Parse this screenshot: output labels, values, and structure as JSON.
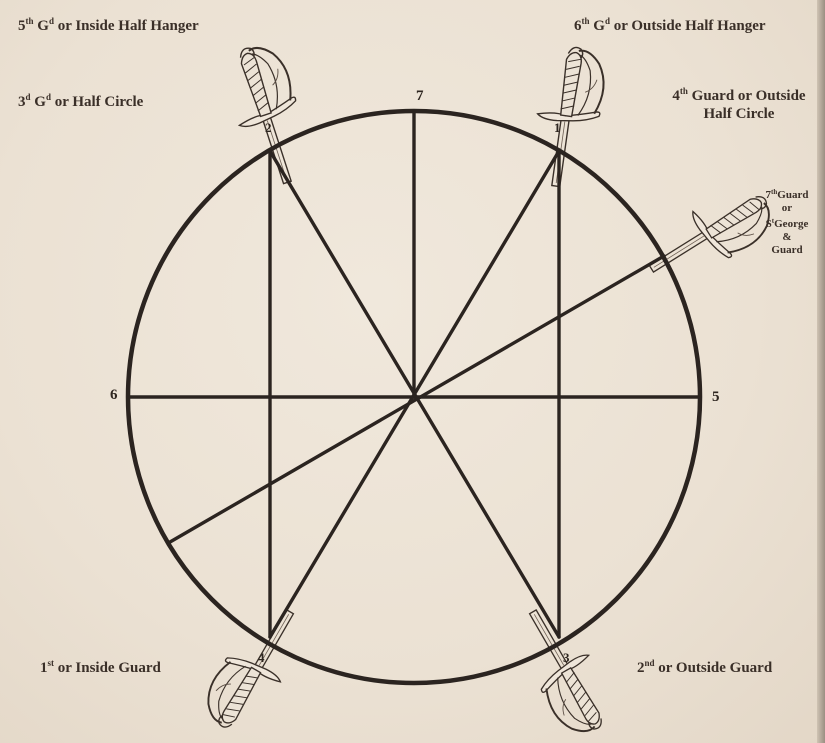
{
  "diagram": {
    "guards": [
      {
        "id": "g5",
        "ord": "5",
        "ord_sup": "th",
        "g": "G",
        "g_sup": "d",
        "text": "or Inside Half Hanger"
      },
      {
        "id": "g6",
        "ord": "6",
        "ord_sup": "th",
        "g": "G",
        "g_sup": "d",
        "text": "or Outside Half Hanger"
      },
      {
        "id": "g3",
        "ord": "3",
        "ord_sup": "d",
        "g": "G",
        "g_sup": "d",
        "text": "or Half Circle"
      },
      {
        "id": "g4",
        "ord": "4",
        "ord_sup": "th",
        "line1": "Guard or Outside",
        "line2": "Half Circle"
      },
      {
        "id": "g7",
        "ord": "7",
        "ord_sup": "th",
        "line1": "Guard",
        "line2": "or",
        "line3a": "S",
        "line3a_sup": "t",
        "line3b": "George",
        "line4": "&",
        "line5": "Guard"
      },
      {
        "id": "g1",
        "ord": "1",
        "ord_sup": "st",
        "text": "or Inside Guard"
      },
      {
        "id": "g2",
        "ord": "2",
        "ord_sup": "nd",
        "text": "or Outside Guard"
      }
    ],
    "circle_points": {
      "p5": "5",
      "p6": "6",
      "p7": "7"
    },
    "hilt_points": {
      "h1": "1",
      "h2": "2",
      "h3": "3",
      "h4": "4"
    }
  }
}
